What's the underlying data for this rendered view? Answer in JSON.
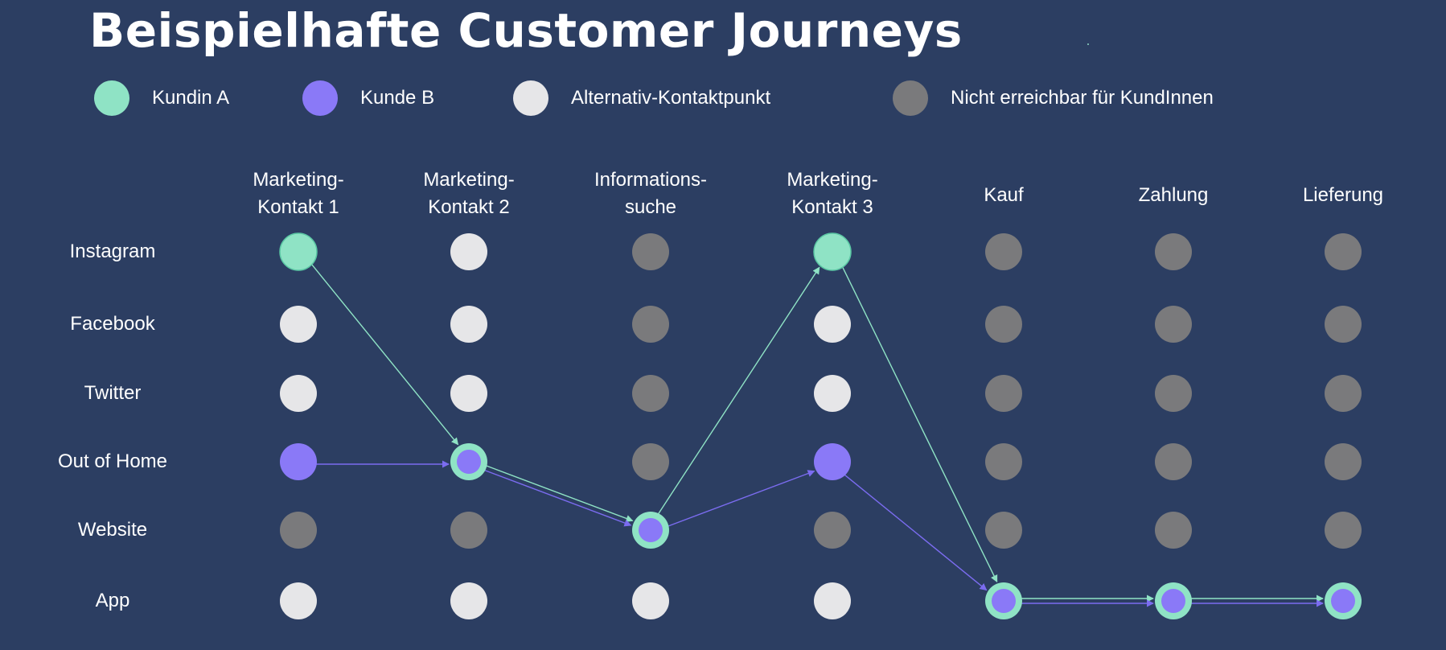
{
  "title": "Beispielhafte Customer Journeys",
  "colors": {
    "background": "#2c3e62",
    "customer_a": "#8fe3c5",
    "customer_b": "#8a79f7",
    "alternative": "#e6e6e8",
    "unreachable": "#7a7a7c",
    "arrow_a": "#8fe3c5",
    "arrow_b": "#7b6cf0"
  },
  "legend": [
    {
      "key": "customer_a",
      "label": "Kundin A",
      "icon": "green-circle-icon"
    },
    {
      "key": "customer_b",
      "label": "Kunde B",
      "icon": "purple-circle-icon"
    },
    {
      "key": "alternative",
      "label": "Alternativ-Kontaktpunkt",
      "icon": "white-circle-icon"
    },
    {
      "key": "unreachable",
      "label": "Nicht erreichbar für KundInnen",
      "icon": "gray-circle-icon"
    }
  ],
  "columns": [
    "Marketing-\nKontakt 1",
    "Marketing-\nKontakt 2",
    "Informations-\nsuche",
    "Marketing-\nKontakt 3",
    "Kauf",
    "Zahlung",
    "Lieferung"
  ],
  "rows": [
    "Instagram",
    "Facebook",
    "Twitter",
    "Out of Home",
    "Website",
    "App"
  ],
  "grid": [
    [
      "A",
      "W",
      "G",
      "A",
      "G",
      "G",
      "G"
    ],
    [
      "W",
      "W",
      "G",
      "W",
      "G",
      "G",
      "G"
    ],
    [
      "W",
      "W",
      "G",
      "W",
      "G",
      "G",
      "G"
    ],
    [
      "B",
      "AB",
      "G",
      "B",
      "G",
      "G",
      "G"
    ],
    [
      "G",
      "G",
      "AB",
      "G",
      "G",
      "G",
      "G"
    ],
    [
      "W",
      "W",
      "W",
      "W",
      "AB",
      "AB",
      "AB"
    ]
  ],
  "journeys": [
    {
      "customer": "Kundin A",
      "color_key": "arrow_a",
      "path": [
        [
          0,
          0
        ],
        [
          3,
          1
        ],
        [
          4,
          2
        ],
        [
          0,
          3
        ],
        [
          5,
          4
        ],
        [
          5,
          5
        ],
        [
          5,
          6
        ]
      ]
    },
    {
      "customer": "Kunde B",
      "color_key": "arrow_b",
      "path": [
        [
          3,
          0
        ],
        [
          3,
          1
        ],
        [
          4,
          2
        ],
        [
          3,
          3
        ],
        [
          5,
          4
        ],
        [
          5,
          5
        ],
        [
          5,
          6
        ]
      ]
    }
  ]
}
